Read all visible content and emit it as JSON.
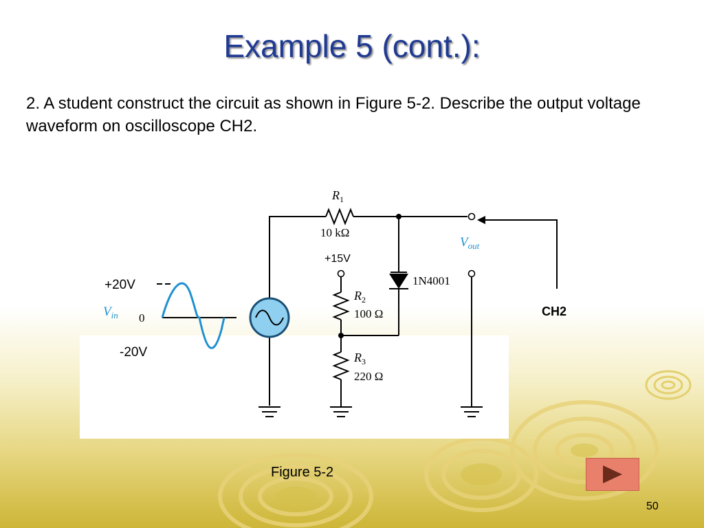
{
  "slide": {
    "title": "Example 5 (cont.):",
    "question": "2. A student construct the circuit as shown in Figure 5-2. Describe the output voltage waveform on oscilloscope CH2.",
    "figure_caption": "Figure 5-2",
    "page_number": "50"
  },
  "circuit": {
    "r1_label": "R",
    "r1_sub": "1",
    "r1_value": "10 kΩ",
    "vout_label": "V",
    "vout_sub": "out",
    "supply_label": "+15V",
    "diode_label": "1N4001",
    "r2_label": "R",
    "r2_sub": "2",
    "r2_value": "100 Ω",
    "r3_label": "R",
    "r3_sub": "3",
    "r3_value": "220 Ω",
    "ch2_label": "CH2",
    "vin_label": "V",
    "vin_sub": "in",
    "vin_zero": "0",
    "vin_peak_pos": "+20V",
    "vin_peak_neg": "-20V"
  },
  "colors": {
    "title": "#1f3a93",
    "source_fill": "#8fd0f0",
    "wave": "#1e90d0",
    "vlabel": "#1e90d0",
    "next_button": "#e8806c"
  },
  "icons": {
    "next": "play-triangle-icon",
    "decor": "concentric-rings-icon"
  }
}
